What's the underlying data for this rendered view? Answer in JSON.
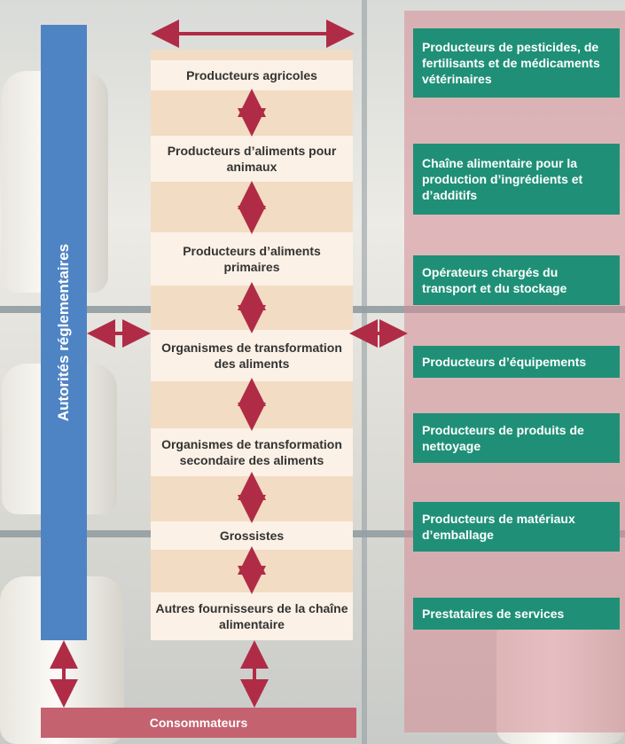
{
  "regulators": {
    "label": "Autorités réglementaires"
  },
  "chain": {
    "items": [
      "Producteurs agricoles",
      "Producteurs d’aliments pour animaux",
      "Producteurs d’aliments primaires",
      "Organismes de transformation des aliments",
      "Organismes de transformation secondaire des aliments",
      "Grossistes",
      "Autres fournisseurs de la chaîne alimentaire"
    ]
  },
  "related": {
    "items": [
      "Producteurs de pesticides, de fertilisants et de médicaments vétérinaires",
      "Chaîne alimentaire pour la production d’ingrédients et d’additifs",
      "Opérateurs chargés du transport et du stockage",
      "Producteurs d’équipements",
      "Producteurs de produits de nettoyage",
      "Producteurs de matériaux d’emballage",
      "Prestataires de services"
    ]
  },
  "consumers": {
    "label": "Consommateurs"
  },
  "colors": {
    "regulators": "#4f84c4",
    "chain_band": "#f3dcc4",
    "chain_box": "#fbf1e6",
    "related_box": "#1f9077",
    "consumers": "#c46270",
    "arrow": "#b02c46"
  }
}
